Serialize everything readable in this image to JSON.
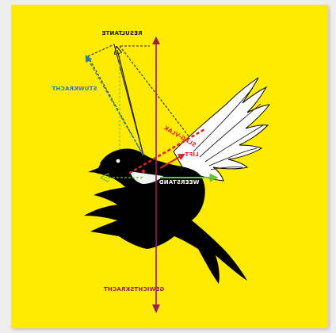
{
  "colors": {
    "background": "#ffeb00",
    "bird": "#000000",
    "wing_white": "#ffffff",
    "resultant": "#1a1a1a",
    "thrust": "#2b7bb5",
    "lift": "#e0202a",
    "drag": "#6cbf3b",
    "weight": "#9b1b5a"
  },
  "labels": {
    "resultant": "RESULTANTE",
    "thrust": "STUWKRACHT",
    "stroke_plane": "SLAG-VLAK",
    "lift": "LIFT",
    "drag": "WEERSTAND",
    "weight": "GEWICHTSKRACHT"
  }
}
